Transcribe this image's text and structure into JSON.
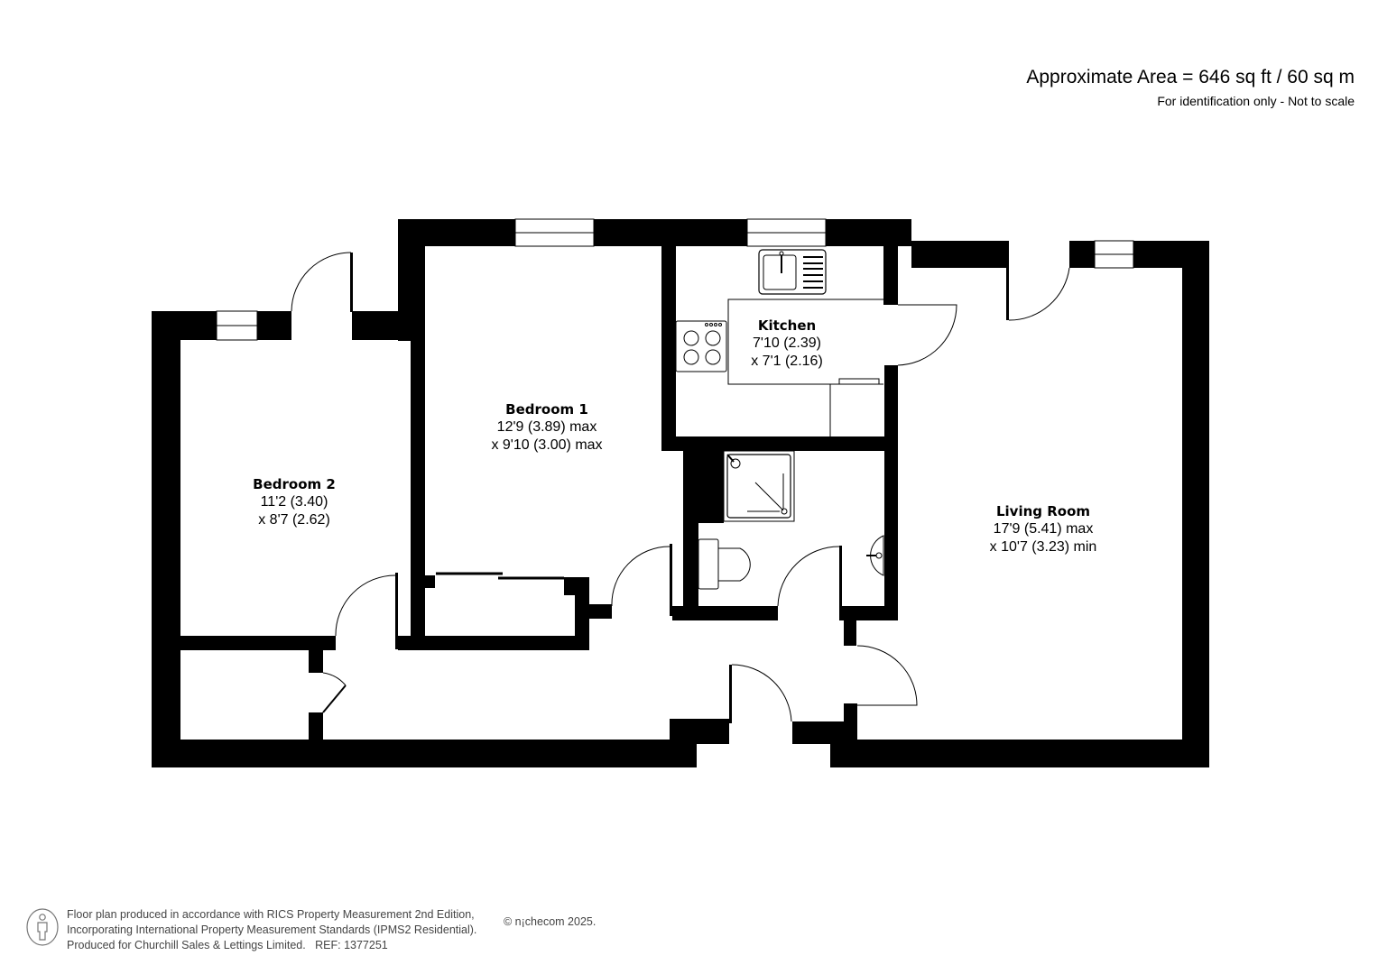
{
  "header": {
    "area": "Approximate Area = 646 sq ft / 60 sq m",
    "disclaimer": "For identification only - Not to scale"
  },
  "rooms": {
    "bedroom2": {
      "name": "Bedroom 2",
      "dim1": "11'2 (3.40)",
      "dim2": "x 8'7 (2.62)"
    },
    "bedroom1": {
      "name": "Bedroom 1",
      "dim1": "12'9 (3.89) max",
      "dim2": "x 9'10 (3.00) max"
    },
    "kitchen": {
      "name": "Kitchen",
      "dim1": "7'10 (2.39)",
      "dim2": "x 7'1 (2.16)"
    },
    "living": {
      "name": "Living Room",
      "dim1": "17'9 (5.41) max",
      "dim2": "x 10'7 (3.23) min"
    }
  },
  "fixtures": [
    "sink-icon",
    "hob-icon",
    "shower-icon",
    "toilet-icon",
    "basin-icon"
  ],
  "footer": {
    "line1": "Floor plan produced in accordance with RICS Property Measurement 2nd Edition,",
    "line2": "Incorporating International Property Measurement Standards (IPMS2 Residential).",
    "line3": "Produced for Churchill Sales & Lettings Limited.   REF: 1377251",
    "copyright": "© n¡checom 2025."
  },
  "colors": {
    "wall": "#000000",
    "background": "#ffffff",
    "text": "#000000",
    "footer_text": "#444444"
  }
}
